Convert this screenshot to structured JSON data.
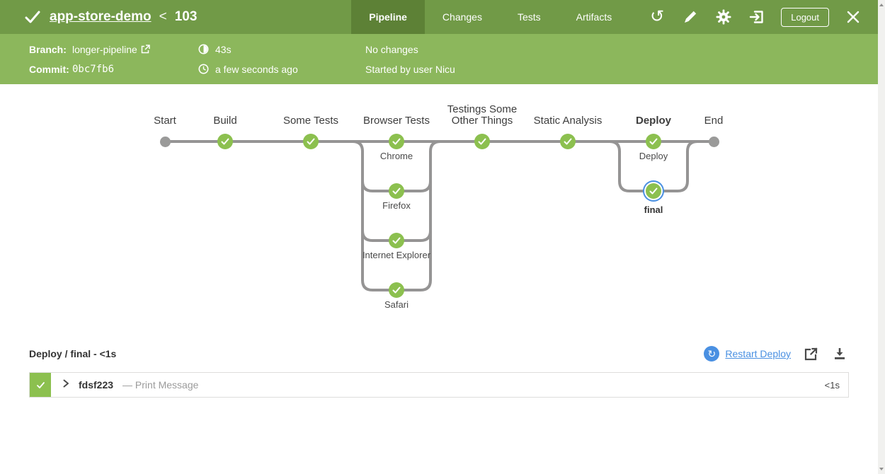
{
  "header": {
    "status_icon": "check",
    "title": "app-store-demo",
    "separator": "<",
    "run_number": "103",
    "tabs": [
      {
        "label": "Pipeline",
        "active": true
      },
      {
        "label": "Changes",
        "active": false
      },
      {
        "label": "Tests",
        "active": false
      },
      {
        "label": "Artifacts",
        "active": false
      }
    ],
    "logout_label": "Logout"
  },
  "icons": {
    "replay_glyph": "↺",
    "restart_glyph": "↻",
    "close_glyph": "✕"
  },
  "info": {
    "branch_label": "Branch:",
    "branch_value": "longer-pipeline",
    "commit_label": "Commit:",
    "commit_value": "0bc7fb6",
    "duration": "43s",
    "time_ago": "a few seconds ago",
    "changes": "No changes",
    "started_by": "Started by user Nicu"
  },
  "graph": {
    "stages": [
      {
        "name": "Start"
      },
      {
        "name": "Build"
      },
      {
        "name": "Some Tests"
      },
      {
        "name": "Browser Tests"
      },
      {
        "name_line1": "Testings Some",
        "name_line2": "Other Things"
      },
      {
        "name": "Static Analysis"
      },
      {
        "name": "Deploy"
      },
      {
        "name": "End"
      }
    ],
    "browser_children": [
      "Chrome",
      "Firefox",
      "Internet Explorer",
      "Safari"
    ],
    "deploy_children": [
      "Deploy",
      "final"
    ],
    "selected_node": "final"
  },
  "detail": {
    "title": "Deploy / final - <1s",
    "restart_label": "Restart Deploy",
    "step": {
      "id": "fdsf223",
      "desc": "— Print Message",
      "duration": "<1s"
    }
  },
  "colors": {
    "header_green": "#719a47",
    "active_tab_green": "#5d8136",
    "info_green": "#8cb75c",
    "success_green": "#8cc04f",
    "edge_gray": "#959494",
    "link_blue": "#4a90e2"
  }
}
